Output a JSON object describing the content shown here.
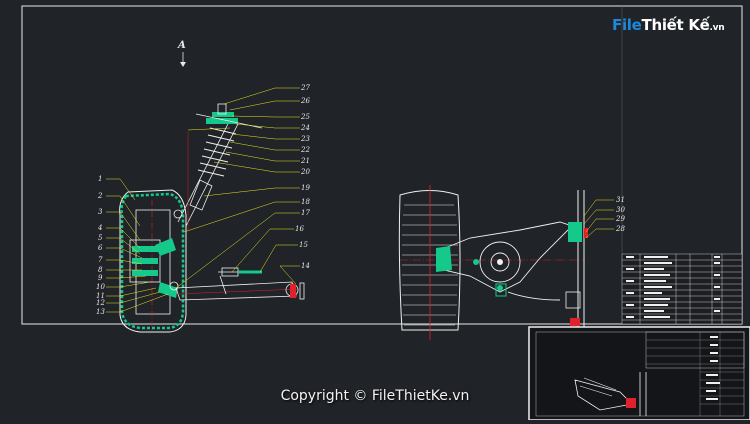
{
  "view_label": "A",
  "part_numbers_main": [
    "1",
    "2",
    "3",
    "4",
    "5",
    "6",
    "7",
    "8",
    "9",
    "10",
    "11",
    "12",
    "13",
    "14",
    "15",
    "16",
    "17",
    "18",
    "19",
    "20",
    "21",
    "22",
    "23",
    "24",
    "25",
    "26",
    "27"
  ],
  "part_numbers_side": [
    "31",
    "30",
    "29",
    "28"
  ],
  "watermark": {
    "logo_prefix": "File",
    "logo_suffix": "Thiết Kế",
    "logo_tld": ".vn",
    "copyright": "Copyright © FileThietKe.vn"
  },
  "colors": {
    "background": "#202328",
    "linework": "#f0f0f0",
    "leader": "#e8e81e",
    "part_fill": "#15c98b",
    "centerline": "#e0202a",
    "accent": "#1e88d8"
  }
}
